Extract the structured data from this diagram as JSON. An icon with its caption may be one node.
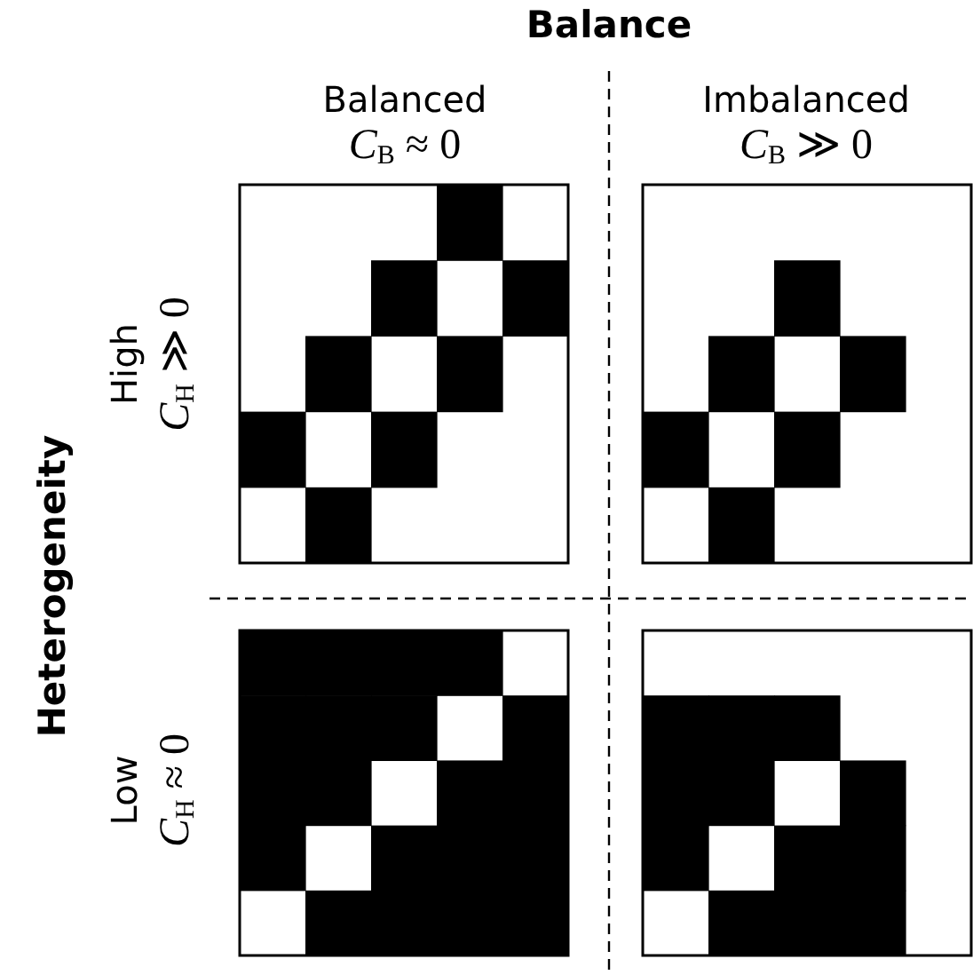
{
  "diagram": {
    "labels": [
      "Balance",
      "Balanced",
      "*C*$_{B}$ ≈ 0",
      "Imbalanced",
      "*C*$_{B}$ ≫ 0",
      "Heterogeneity",
      "High",
      "*C*$_{H}$ ≫ 0",
      "Low",
      "*C*$_{H}$ ≈ 0"
    ]
  }
}
